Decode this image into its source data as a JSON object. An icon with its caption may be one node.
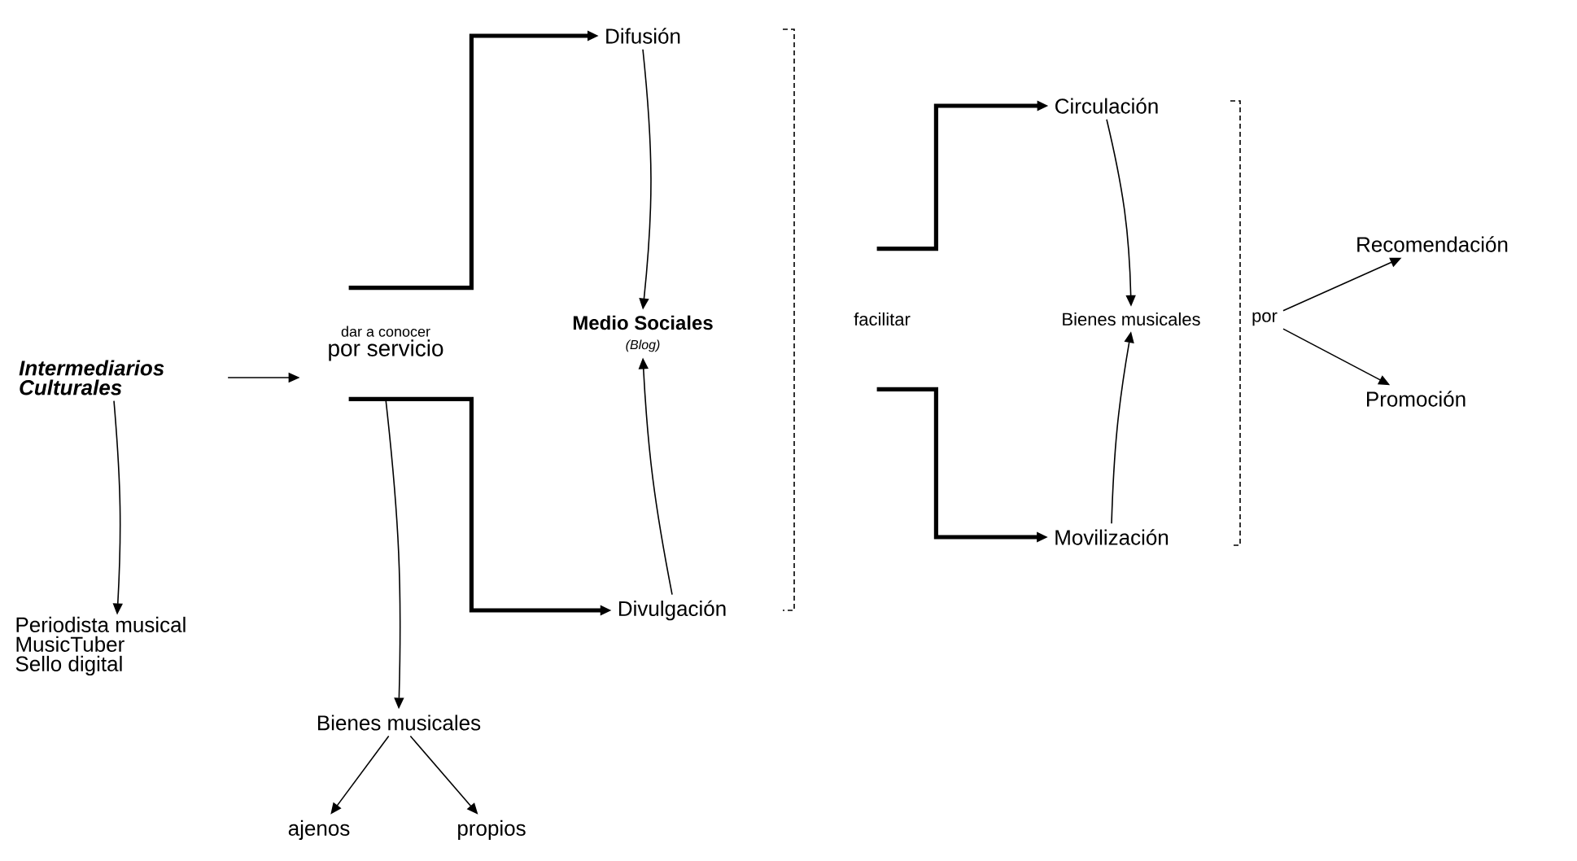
{
  "diagram": {
    "nodes": [
      {
        "text": [
          "Intermediarios Culturales"
        ]
      },
      {
        "text": [
          "dar a conocer",
          "por servicio"
        ]
      },
      {
        "text": [
          "Difusión"
        ]
      },
      {
        "text": [
          "Medio Sociales",
          "(Blog)"
        ]
      },
      {
        "text": [
          "Divulgación"
        ]
      },
      {
        "text": [
          "Bienes musicales"
        ]
      },
      {
        "text": [
          "ajenos"
        ]
      },
      {
        "text": [
          "propios"
        ]
      },
      {
        "text": [
          "Periodista musical",
          "MusicTuber",
          "Sello digital"
        ]
      },
      {
        "text": [
          "facilitar"
        ]
      },
      {
        "text": [
          "Circulación"
        ]
      },
      {
        "text": [
          "Bienes musicales"
        ]
      },
      {
        "text": [
          "Movilización"
        ]
      },
      {
        "text": [
          "por"
        ]
      },
      {
        "text": [
          "Recomendación"
        ]
      },
      {
        "text": [
          "Promoción"
        ]
      }
    ],
    "edges": [
      {
        "from": 0,
        "to": 1,
        "arrow": "to"
      },
      {
        "from": 1,
        "to": 2,
        "arrow": "to",
        "style": "thick"
      },
      {
        "from": 1,
        "to": 4,
        "arrow": "to",
        "style": "thick"
      },
      {
        "from": 2,
        "to": 3,
        "arrow": "to"
      },
      {
        "from": 4,
        "to": 3,
        "arrow": "to"
      },
      {
        "from": 1,
        "to": 5,
        "arrow": "to"
      },
      {
        "from": 5,
        "to": 6,
        "arrow": "to"
      },
      {
        "from": 5,
        "to": 7,
        "arrow": "to"
      },
      {
        "from": 0,
        "to": 8,
        "arrow": "to"
      },
      {
        "from": 9,
        "to": 10,
        "arrow": "to",
        "style": "thick"
      },
      {
        "from": 9,
        "to": 12,
        "arrow": "to",
        "style": "thick"
      },
      {
        "from": 10,
        "to": 11,
        "arrow": "to"
      },
      {
        "from": 12,
        "to": 11,
        "arrow": "to"
      },
      {
        "from": 13,
        "to": 14,
        "arrow": "to"
      },
      {
        "from": 13,
        "to": 15,
        "arrow": "to"
      }
    ]
  }
}
